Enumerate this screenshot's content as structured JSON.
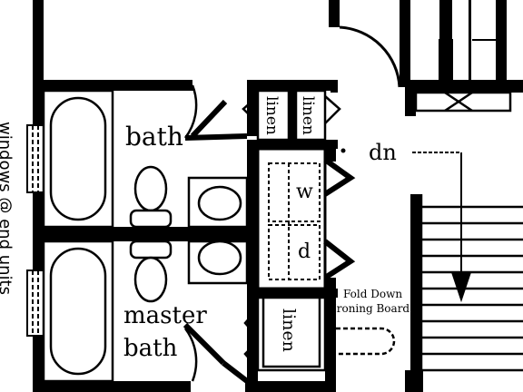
{
  "labels": {
    "bath": "bath",
    "master_bath_line1": "master",
    "master_bath_line2": "bath",
    "linen_left": "linen",
    "linen_right": "linen",
    "linen_lower": "linen",
    "washer": "w",
    "dryer": "d",
    "down": "dn",
    "ironing_line1": "Fold Down",
    "ironing_line2": "Ironing Board",
    "windows_note": "windows @ end units"
  },
  "colors": {
    "ink": "#000000",
    "paper": "#ffffff"
  }
}
